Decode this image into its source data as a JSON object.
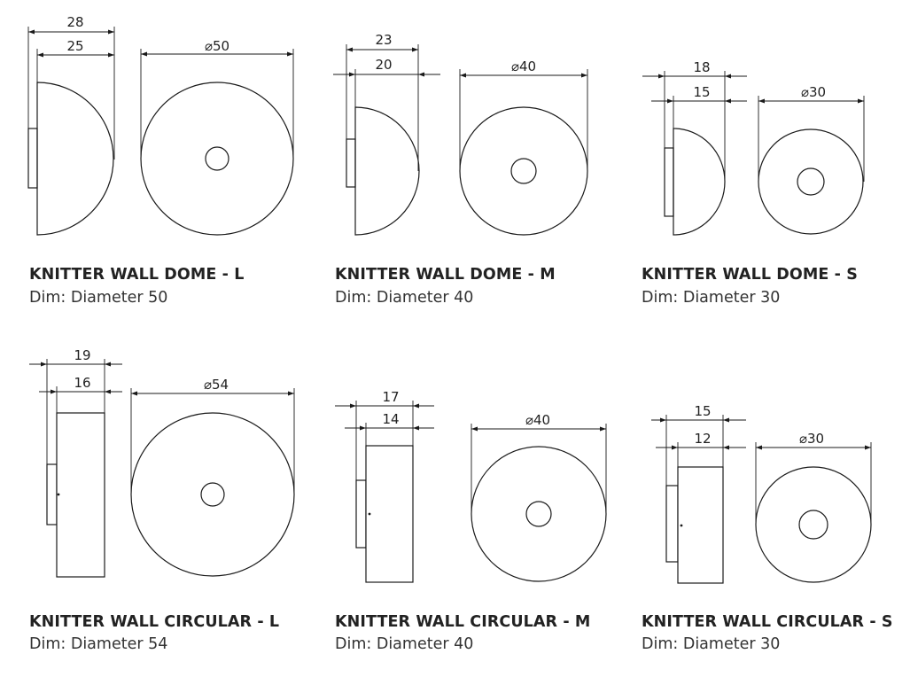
{
  "products": [
    {
      "title": "KNITTER WALL DOME - L",
      "dim": "Dim: Diameter 50",
      "outer": "28",
      "inner": "25",
      "diameter": "50",
      "diameter_symbol": "⌀"
    },
    {
      "title": "KNITTER WALL DOME - M",
      "dim": "Dim: Diameter 40",
      "outer": "23",
      "inner": "20",
      "diameter": "40",
      "diameter_symbol": "⌀"
    },
    {
      "title": "KNITTER WALL DOME - S",
      "dim": "Dim: Diameter 30",
      "outer": "18",
      "inner": "15",
      "diameter": "30",
      "diameter_symbol": "⌀"
    },
    {
      "title": "KNITTER WALL CIRCULAR - L",
      "dim": "Dim: Diameter 54",
      "outer": "19",
      "inner": "16",
      "diameter": "54",
      "diameter_symbol": "⌀"
    },
    {
      "title": "KNITTER WALL CIRCULAR - M",
      "dim": "Dim: Diameter 40",
      "outer": "17",
      "inner": "14",
      "diameter": "40",
      "diameter_symbol": "⌀"
    },
    {
      "title": "KNITTER WALL CIRCULAR - S",
      "dim": "Dim: Diameter 30",
      "outer": "15",
      "inner": "12",
      "diameter": "30",
      "diameter_symbol": "⌀"
    }
  ]
}
